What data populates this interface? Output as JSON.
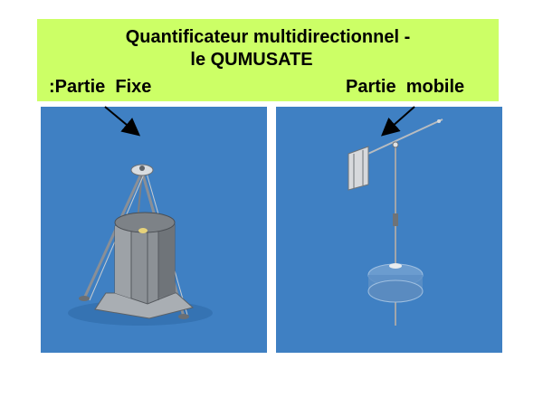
{
  "header": {
    "title_line1": "Quantificateur multidirectionnel -",
    "title_line2": "le QUMUSATE",
    "label_fixed": ":Partie  Fixe",
    "label_mobile": "Partie  mobile"
  },
  "colors": {
    "title_background": "#ccff66",
    "panel_background": "#3f80c3"
  }
}
